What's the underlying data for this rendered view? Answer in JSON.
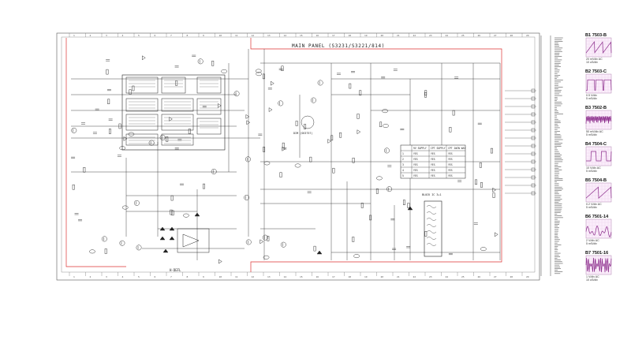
{
  "panel": {
    "title": "MAIN PANEL (S3231/S3221/814)",
    "bottom_label": "H-DEFL",
    "transformer_label": "BLOCK IC 3+1",
    "ic_label": "DIM (SK3757)"
  },
  "table": {
    "headers": [
      "",
      "9V SUPPLY",
      "CPT SUPPLY",
      "CPT 2WIN WAY"
    ],
    "rows": [
      [
        "1",
        "YES",
        "YES",
        "YES"
      ],
      [
        "2",
        "YES",
        "YES",
        "YES"
      ],
      [
        "3",
        "YES",
        "YES",
        "YES"
      ],
      [
        "4",
        "YES",
        "YES",
        "YES"
      ],
      [
        "5",
        "YES",
        "YES",
        "YES"
      ]
    ]
  },
  "ruler": {
    "numbers": [
      "1",
      "2",
      "3",
      "4",
      "5",
      "6",
      "7",
      "8",
      "9",
      "10",
      "11",
      "12",
      "13",
      "14",
      "15",
      "16",
      "17",
      "18",
      "19",
      "20",
      "21",
      "22",
      "23",
      "24",
      "25",
      "26",
      "27",
      "28",
      "29"
    ]
  },
  "waveforms": [
    {
      "id": "B1",
      "title": "B1  7503-B",
      "note1": "20 mVdiv AC",
      "note2": "10 uS/div",
      "style": "saw"
    },
    {
      "id": "B2",
      "title": "B2  7503-C",
      "note1": "0.5 V/div",
      "note2": "5 mS/div",
      "style": "pulse"
    },
    {
      "id": "B3",
      "title": "B3  7502-B",
      "note1": "50 mV/div AC",
      "note2": "5 mS/div",
      "style": "dense"
    },
    {
      "id": "B4",
      "title": "B4  7504-C",
      "note1": "10  V/div AC",
      "note2": "5 mS/div",
      "style": "square"
    },
    {
      "id": "B5",
      "title": "B5  7504-B",
      "note1": "0.2 V/div AC",
      "note2": "5 mS/div",
      "style": "ramp"
    },
    {
      "id": "B6",
      "title": "B6  7501-14",
      "note1": "2 V/div AC",
      "note2": "5 mS/div",
      "style": "noise"
    },
    {
      "id": "B7",
      "title": "B7  7501-16",
      "note1": "1 V/div AC",
      "note2": "10 uS/div",
      "style": "burst"
    }
  ]
}
